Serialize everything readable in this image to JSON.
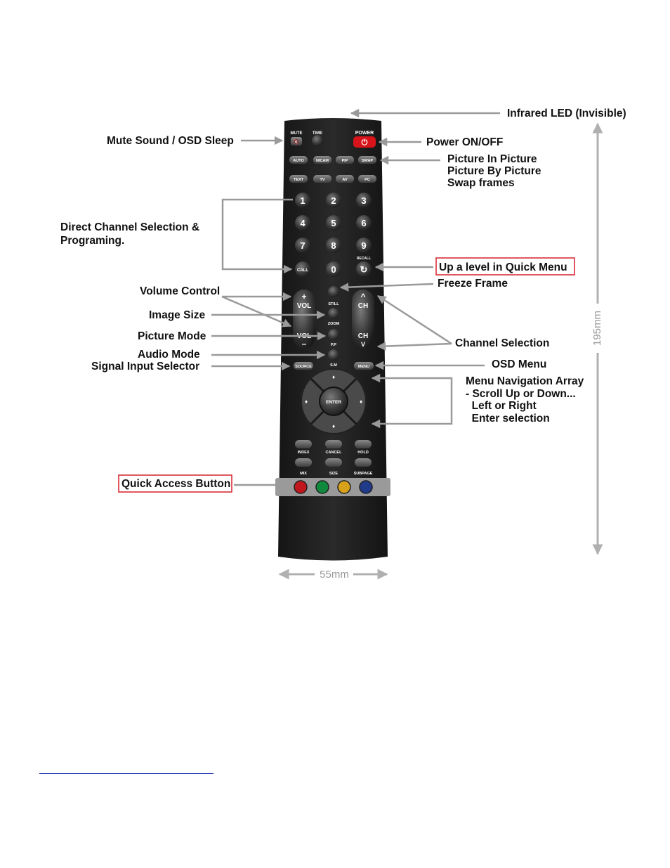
{
  "remote": {
    "top_labels": {
      "mute": "MUTE",
      "time": "TIME",
      "power": "POWER"
    },
    "row_function": [
      "AUTO",
      "NICAM",
      "PIP",
      "SWAP"
    ],
    "row_source": [
      "TEXT",
      "TV",
      "AV",
      "PC"
    ],
    "digits": [
      "1",
      "2",
      "3",
      "4",
      "5",
      "6",
      "7",
      "8",
      "9"
    ],
    "call": "CALL",
    "zero": "0",
    "recall": "RECALL",
    "vol": "VOL",
    "ch": "CH",
    "plus": "+",
    "minus": "–",
    "still": "STILL",
    "zoom": "ZOOM",
    "pp": "P.P",
    "sm": "S.M",
    "source": "SOURCE",
    "menu": "MENU",
    "enter": "ENTER",
    "row_index": [
      "INDEX",
      "CANCEL",
      "HOLD"
    ],
    "row_mix": [
      "MIX",
      "SIZE",
      "SUBPAGE"
    ],
    "color_keys": [
      "#c0171c",
      "#0f8a3c",
      "#d7a21a",
      "#1f3b8a"
    ],
    "power_color": "#d8141a"
  },
  "annotations": {
    "infrared": "Infrared LED (Invisible)",
    "mute": "Mute Sound / OSD Sleep",
    "power": "Power ON/OFF",
    "pip_lines": [
      "Picture In Picture",
      "Picture By Picture",
      "Swap frames"
    ],
    "direct_lines": [
      "Direct Channel Selection &",
      "Programing."
    ],
    "up_level": "Up a level in Quick Menu",
    "freeze": "Freeze Frame",
    "volume": "Volume Control",
    "image_size": "Image Size",
    "picture_mode": "Picture Mode",
    "channel": "Channel Selection",
    "audio_mode": "Audio Mode",
    "signal": "Signal Input Selector",
    "osd_menu": "OSD Menu",
    "nav_lines": [
      "Menu Navigation Array",
      "- Scroll Up or Down...",
      "  Left or Right",
      "  Enter selection"
    ],
    "quick_access": "Quick Access Button",
    "highlight_color": "#d6212a"
  },
  "dimensions": {
    "height": "195mm",
    "width": "55mm"
  }
}
